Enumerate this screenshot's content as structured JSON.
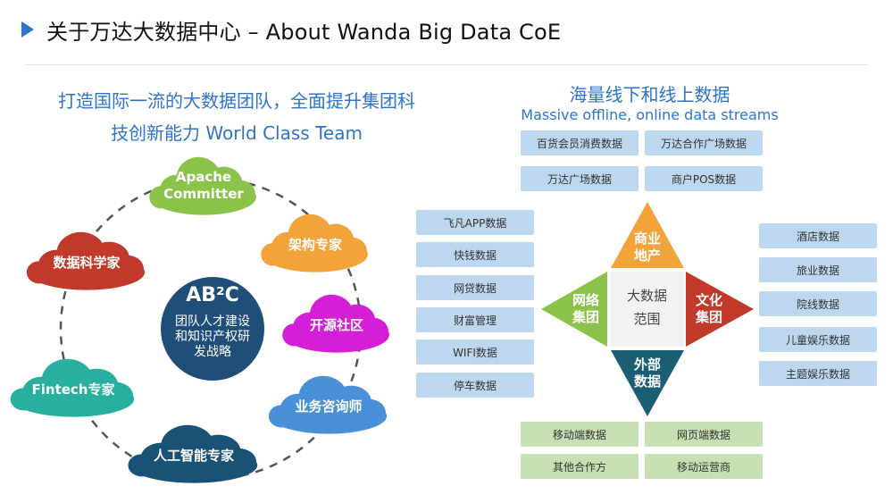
{
  "title": "关于万达大数据中心 – About Wanda Big Data CoE",
  "left_heading": {
    "line1": "打造国际一流的大数据团队，全面提升集团科",
    "line2": "技创新能力 World Class Team"
  },
  "center_circle": {
    "title": "AB²C",
    "subtitle_line1": "团队人才建设",
    "subtitle_line2": "和知识产权研",
    "subtitle_line3": "发战略"
  },
  "clouds": [
    {
      "line1": "Apache",
      "line2": "Committer",
      "color": "#8bc34a"
    },
    {
      "line1": "架构专家",
      "line2": "",
      "color": "#f2a33a"
    },
    {
      "line1": "开源社区",
      "line2": "",
      "color": "#d51fd6"
    },
    {
      "line1": "业务咨询师",
      "line2": "",
      "color": "#4a90d9"
    },
    {
      "line1": "人工智能专家",
      "line2": "",
      "color": "#1a5276"
    },
    {
      "line1": "Fintech专家",
      "line2": "",
      "color": "#27b0a0"
    },
    {
      "line1": "数据科学家",
      "line2": "",
      "color": "#c0392b"
    }
  ],
  "right_heading": {
    "line1": "海量线下和线上数据",
    "line2": "Massive offline, online data streams"
  },
  "top_boxes": [
    "百货会员消费数据",
    "万达合作广场数据",
    "万达广场数据",
    "商户POS数据"
  ],
  "left_boxes": [
    "飞凡APP数据",
    "快钱数据",
    "网贷数据",
    "财富管理",
    "WIFI数据",
    "停车数据"
  ],
  "right_boxes": [
    "酒店数据",
    "旅业数据",
    "院线数据",
    "儿童娱乐数据",
    "主题娱乐数据"
  ],
  "bottom_boxes": [
    "移动端数据",
    "网页端数据",
    "其他合作方",
    "移动运营商"
  ],
  "diamond": {
    "top_line1": "商业",
    "top_line2": "地产",
    "left_line1": "网络",
    "left_line2": "集团",
    "right_line1": "文化",
    "right_line2": "集团",
    "bottom_line1": "外部",
    "bottom_line2": "数据",
    "center_line1": "大数据",
    "center_line2": "范围",
    "colors": {
      "top": "#f2a33a",
      "left": "#8bc34a",
      "right": "#c0392b",
      "bottom": "#1b5e73",
      "center": "#f2f2f2"
    }
  },
  "accent_color": "#2e74c9"
}
